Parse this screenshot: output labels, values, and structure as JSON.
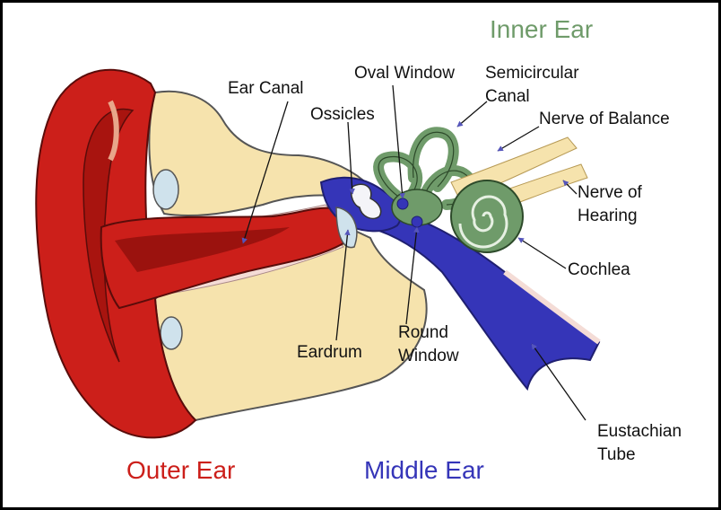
{
  "diagram": {
    "regions": {
      "inner_ear": "Inner Ear",
      "outer_ear": "Outer Ear",
      "middle_ear": "Middle Ear"
    },
    "labels": {
      "ear_canal": "Ear Canal",
      "oval_window": "Oval Window",
      "semicircular_canal_1": "Semicircular",
      "semicircular_canal_2": "Canal",
      "ossicles": "Ossicles",
      "nerve_of_balance": "Nerve of Balance",
      "nerve_of_hearing_1": "Nerve of",
      "nerve_of_hearing_2": "Hearing",
      "cochlea": "Cochlea",
      "eardrum": "Eardrum",
      "round_window_1": "Round",
      "round_window_2": "Window",
      "eustachian_tube_1": "Eustachian",
      "eustachian_tube_2": "Tube"
    },
    "colors": {
      "outer_ear": "#cc1f1a",
      "middle_ear": "#3535b8",
      "inner_ear": "#6f9b6a",
      "bone": "#f6e3ad",
      "skin": "#f4dcd6",
      "arrow": "#5555bb"
    }
  }
}
